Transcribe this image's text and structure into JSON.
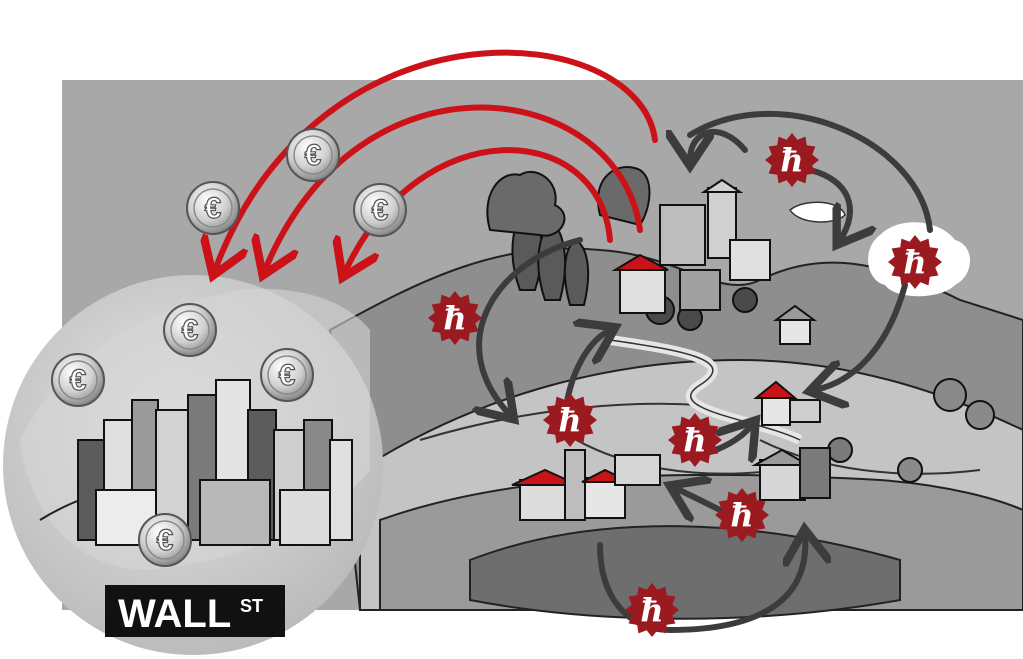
{
  "sign": {
    "main": "WALL",
    "suffix": "ST"
  },
  "symbols": {
    "euro": "€",
    "local": "ħ"
  },
  "colors": {
    "background_panel": "#a8a8a8",
    "accent_red": "#cc1219",
    "badge_red": "#9b1a1f",
    "arrow_dark": "#3c3c3c",
    "coin_silver": "#d4d4d4",
    "circle_gray": "#c9c9c9"
  },
  "icons": [
    "euro-coin-icon",
    "local-currency-badge-icon",
    "red-arrow-icon",
    "dark-arrow-icon"
  ]
}
